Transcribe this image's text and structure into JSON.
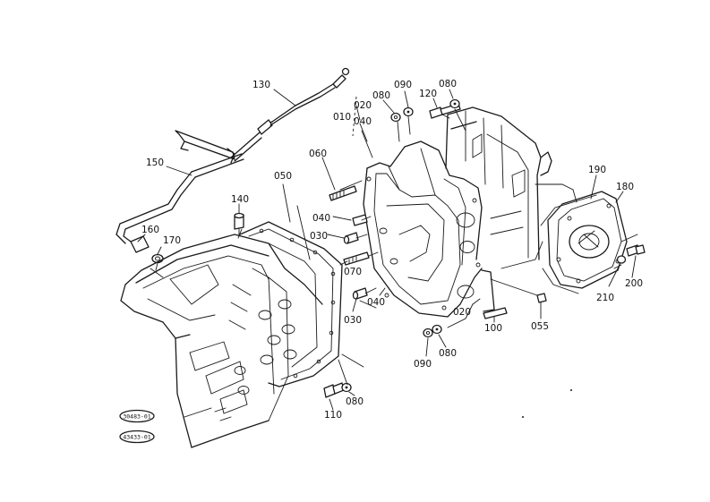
{
  "parts": [
    {
      "key": "p130",
      "label": "130"
    },
    {
      "key": "p150",
      "label": "150"
    },
    {
      "key": "p160",
      "label": "160"
    },
    {
      "key": "p170",
      "label": "170"
    },
    {
      "key": "p140",
      "label": "140"
    },
    {
      "key": "p050",
      "label": "050"
    },
    {
      "key": "p060",
      "label": "060"
    },
    {
      "key": "p040a",
      "label": "040"
    },
    {
      "key": "p030a",
      "label": "030"
    },
    {
      "key": "p070",
      "label": "070"
    },
    {
      "key": "p030b",
      "label": "030"
    },
    {
      "key": "p040b",
      "label": "040"
    },
    {
      "key": "p010",
      "label": "010"
    },
    {
      "key": "p020a",
      "label": "020"
    },
    {
      "key": "p040c",
      "label": "040"
    },
    {
      "key": "p080a",
      "label": "080"
    },
    {
      "key": "p090a",
      "label": "090"
    },
    {
      "key": "p120",
      "label": "120"
    },
    {
      "key": "p080b",
      "label": "080"
    },
    {
      "key": "p020b",
      "label": "020"
    },
    {
      "key": "p100",
      "label": "100"
    },
    {
      "key": "p055",
      "label": "055"
    },
    {
      "key": "p090b",
      "label": "090"
    },
    {
      "key": "p080c",
      "label": "080"
    },
    {
      "key": "p110",
      "label": "110"
    },
    {
      "key": "p080d",
      "label": "080"
    },
    {
      "key": "p190",
      "label": "190"
    },
    {
      "key": "p180",
      "label": "180"
    },
    {
      "key": "p210",
      "label": "210"
    },
    {
      "key": "p200",
      "label": "200"
    }
  ],
  "stamps": [
    {
      "key": "s1",
      "label": "30483-01"
    },
    {
      "key": "s2",
      "label": "43433-01"
    }
  ]
}
